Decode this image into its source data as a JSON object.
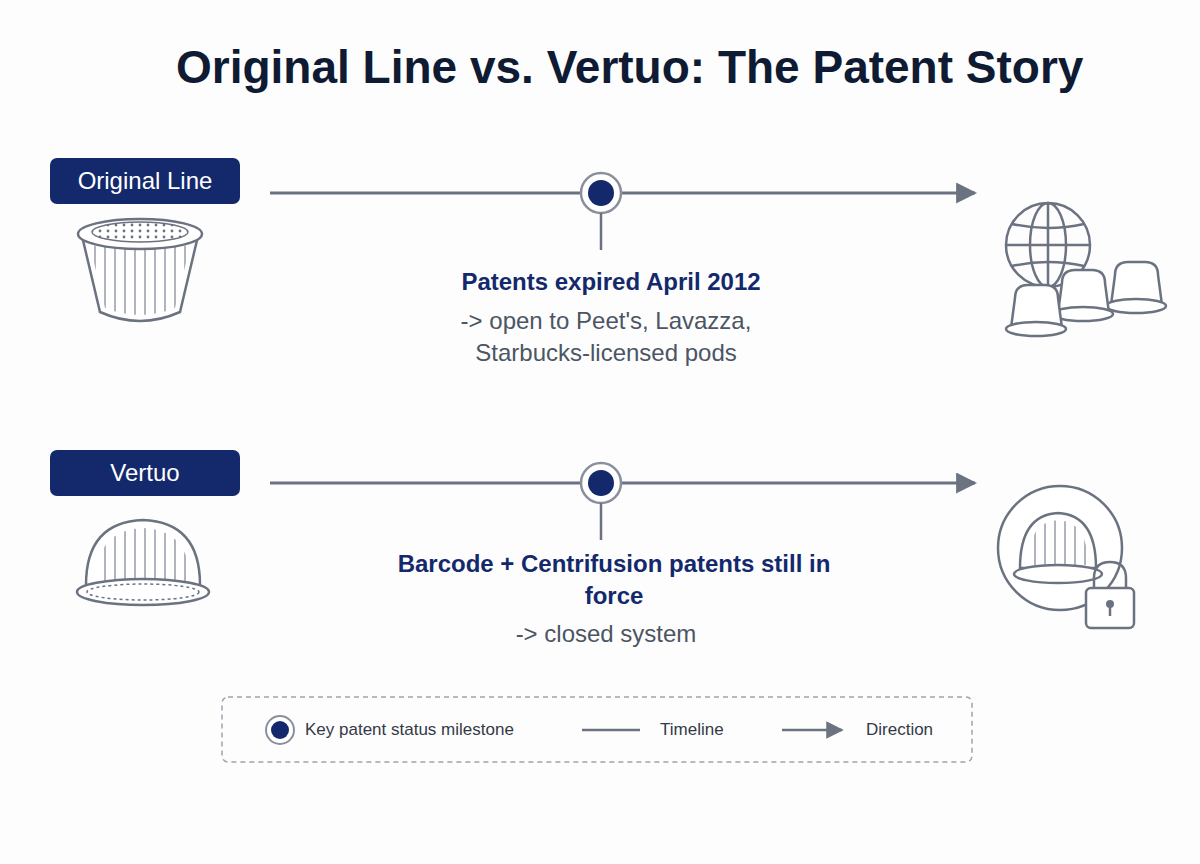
{
  "diagram": {
    "title": "Original Line vs. Vertuo: The Patent Story",
    "nodes": [
      {
        "text": [
          "Original Line"
        ]
      },
      {
        "text": [
          "Vertuo"
        ]
      }
    ],
    "labels": [
      "Patents expired April 2012",
      "-> open to Peet's, Lavazza, Starbucks-licensed pods",
      "Barcode + Centrifusion patents still in force",
      "-> closed system"
    ],
    "legend": [
      {
        "text": "Key patent status milestone"
      },
      {
        "text": "Timeline"
      },
      {
        "text": "Direction"
      }
    ]
  }
}
